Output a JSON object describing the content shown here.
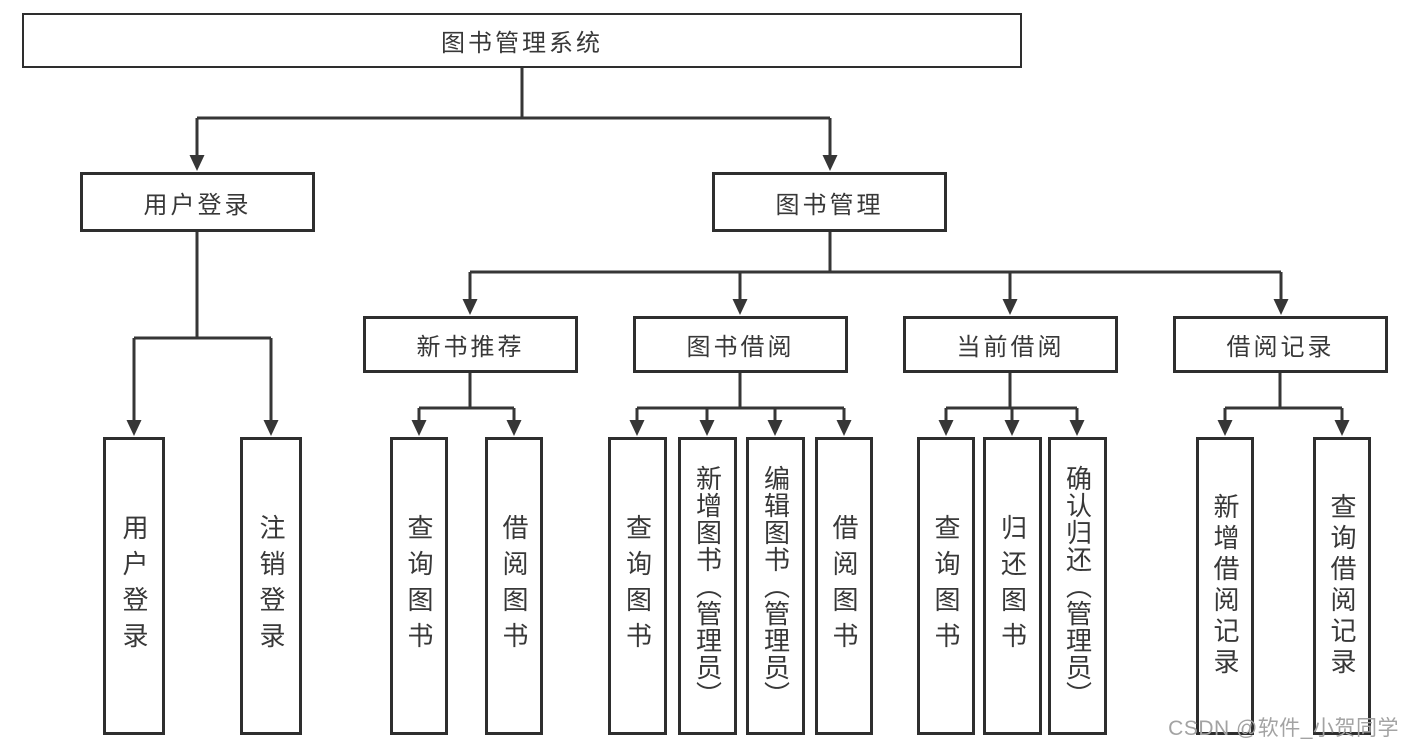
{
  "tree": {
    "root": {
      "label": "图书管理系统"
    },
    "branches": [
      {
        "label": "用户登录",
        "children": [
          {
            "label": "用户登录"
          },
          {
            "label": "注销登录"
          }
        ]
      },
      {
        "label": "图书管理",
        "children": [
          {
            "label": "新书推荐",
            "children": [
              {
                "label": "查询图书"
              },
              {
                "label": "借阅图书"
              }
            ]
          },
          {
            "label": "图书借阅",
            "children": [
              {
                "label": "查询图书"
              },
              {
                "label": "新增图书（管理员）"
              },
              {
                "label": "编辑图书（管理员）"
              },
              {
                "label": "借阅图书"
              }
            ]
          },
          {
            "label": "当前借阅",
            "children": [
              {
                "label": "查询图书"
              },
              {
                "label": "归还图书"
              },
              {
                "label": "确认归还（管理员）"
              }
            ]
          },
          {
            "label": "借阅记录",
            "children": [
              {
                "label": "新增借阅记录"
              },
              {
                "label": "查询借阅记录"
              }
            ]
          }
        ]
      }
    ]
  },
  "colors": {
    "line": "#363636",
    "border": "#2e2e2e",
    "text": "#383838",
    "watermark": "#a3a3a3"
  },
  "watermark": "CSDN @软件_小贺同学"
}
